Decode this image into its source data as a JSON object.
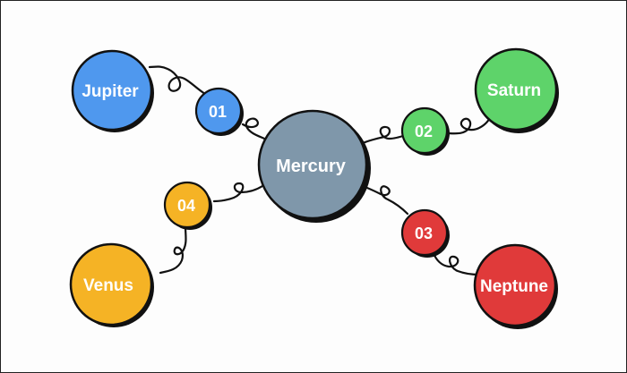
{
  "diagram": {
    "center": {
      "label": "Mercury",
      "color": "#7f97aa"
    },
    "nodes": [
      {
        "label": "Jupiter",
        "number": "01",
        "color": "#4f98ee"
      },
      {
        "label": "Saturn",
        "number": "02",
        "color": "#5ed36a"
      },
      {
        "label": "Neptune",
        "number": "03",
        "color": "#e03a3a"
      },
      {
        "label": "Venus",
        "number": "04",
        "color": "#f5b325"
      }
    ]
  }
}
